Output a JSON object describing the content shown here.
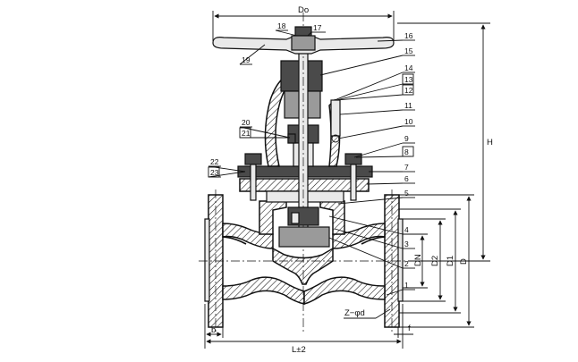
{
  "dimensions": {
    "top_width": "Do",
    "height": "H",
    "length": "L±2",
    "flange_thickness": "b",
    "raised_face": "f",
    "bolt_holes": "Z−φd",
    "nominal_diameter": "DN",
    "face_diameter": "D2",
    "bolt_circle": "D1",
    "flange_diameter": "D"
  },
  "part_numbers": [
    "1",
    "2",
    "3",
    "4",
    "5",
    "6",
    "7",
    "8",
    "9",
    "10",
    "11",
    "12",
    "13",
    "14",
    "15",
    "16",
    "17",
    "18",
    "19",
    "20",
    "21",
    "22",
    "23"
  ],
  "colors": {
    "line": "#111111",
    "dark_fill": "#4a4a4a",
    "mid_fill": "#9a9a9a",
    "hatch": "#111111"
  }
}
